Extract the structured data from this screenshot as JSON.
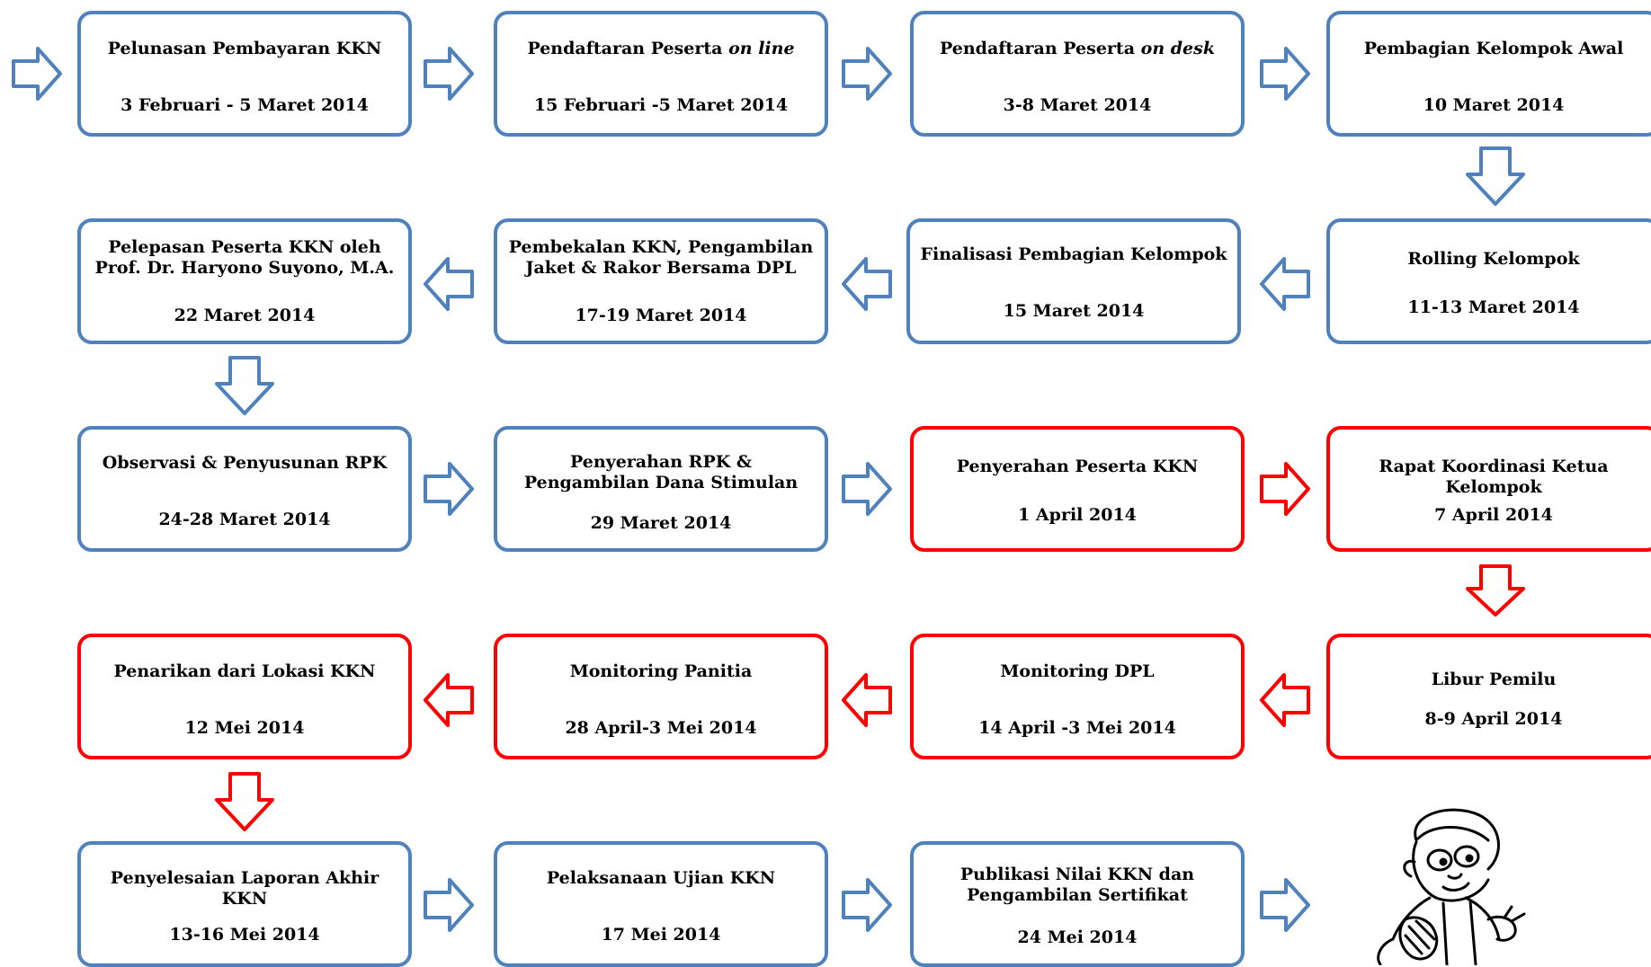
{
  "colors": {
    "blue": "#4f81bd",
    "red": "#ff0000"
  },
  "steps": [
    {
      "title": "Pelunasan Pembayaran KKN",
      "date": "3 Februari - 5 Maret 2014",
      "color": "blue"
    },
    {
      "title": "Pendaftaran Peserta",
      "title_italic": "on line",
      "date": "15 Februari -5 Maret 2014",
      "color": "blue"
    },
    {
      "title": "Pendaftaran Peserta",
      "title_italic": "on desk",
      "date": "3-8 Maret 2014",
      "color": "blue"
    },
    {
      "title": "Pembagian Kelompok Awal",
      "date": "10 Maret 2014",
      "color": "blue"
    },
    {
      "title": "Rolling Kelompok",
      "date": "11-13 Maret  2014",
      "color": "blue"
    },
    {
      "title": "Finalisasi Pembagian Kelompok",
      "date": "15 Maret 2014",
      "color": "blue"
    },
    {
      "title": "Pembekalan KKN, Pengambilan Jaket & Rakor Bersama DPL",
      "date": "17-19 Maret 2014",
      "color": "blue"
    },
    {
      "title": "Pelepasan Peserta KKN oleh Prof. Dr. Haryono Suyono, M.A.",
      "date": "22 Maret 2014",
      "color": "blue"
    },
    {
      "title": "Observasi & Penyusunan RPK",
      "date": "24-28 Maret  2014",
      "color": "blue"
    },
    {
      "title": "Penyerahan RPK & Pengambilan Dana Stimulan",
      "date": "29 Maret 2014",
      "color": "blue"
    },
    {
      "title": "Penyerahan Peserta KKN",
      "date": "1 April 2014",
      "color": "red"
    },
    {
      "title": "Rapat Koordinasi Ketua Kelompok",
      "date": "7 April 2014",
      "color": "red"
    },
    {
      "title": "Libur Pemilu",
      "date": "8-9 April 2014",
      "color": "red"
    },
    {
      "title": "Monitoring DPL",
      "date": "14 April -3 Mei 2014",
      "color": "red"
    },
    {
      "title": "Monitoring Panitia",
      "date": "28 April-3 Mei 2014",
      "color": "red"
    },
    {
      "title": "Penarikan dari Lokasi KKN",
      "date": "12 Mei 2014",
      "color": "red"
    },
    {
      "title": "Penyelesaian Laporan Akhir KKN",
      "date": "13-16 Mei 2014",
      "color": "blue"
    },
    {
      "title": "Pelaksanaan Ujian KKN",
      "date": "17 Mei 2014",
      "color": "blue"
    },
    {
      "title": "Publikasi Nilai KKN dan Pengambilan Sertifikat",
      "date": "24 Mei 2014",
      "color": "blue"
    }
  ],
  "arrows": [
    {
      "dir": "right",
      "color": "blue"
    },
    {
      "dir": "right",
      "color": "blue"
    },
    {
      "dir": "right",
      "color": "blue"
    },
    {
      "dir": "right",
      "color": "blue"
    },
    {
      "dir": "down",
      "color": "blue"
    },
    {
      "dir": "left",
      "color": "blue"
    },
    {
      "dir": "left",
      "color": "blue"
    },
    {
      "dir": "left",
      "color": "blue"
    },
    {
      "dir": "down",
      "color": "blue"
    },
    {
      "dir": "right",
      "color": "blue"
    },
    {
      "dir": "right",
      "color": "blue"
    },
    {
      "dir": "right",
      "color": "red"
    },
    {
      "dir": "down",
      "color": "red"
    },
    {
      "dir": "left",
      "color": "red"
    },
    {
      "dir": "left",
      "color": "red"
    },
    {
      "dir": "left",
      "color": "red"
    },
    {
      "dir": "down",
      "color": "red"
    },
    {
      "dir": "right",
      "color": "blue"
    },
    {
      "dir": "right",
      "color": "blue"
    },
    {
      "dir": "right",
      "color": "blue"
    }
  ]
}
